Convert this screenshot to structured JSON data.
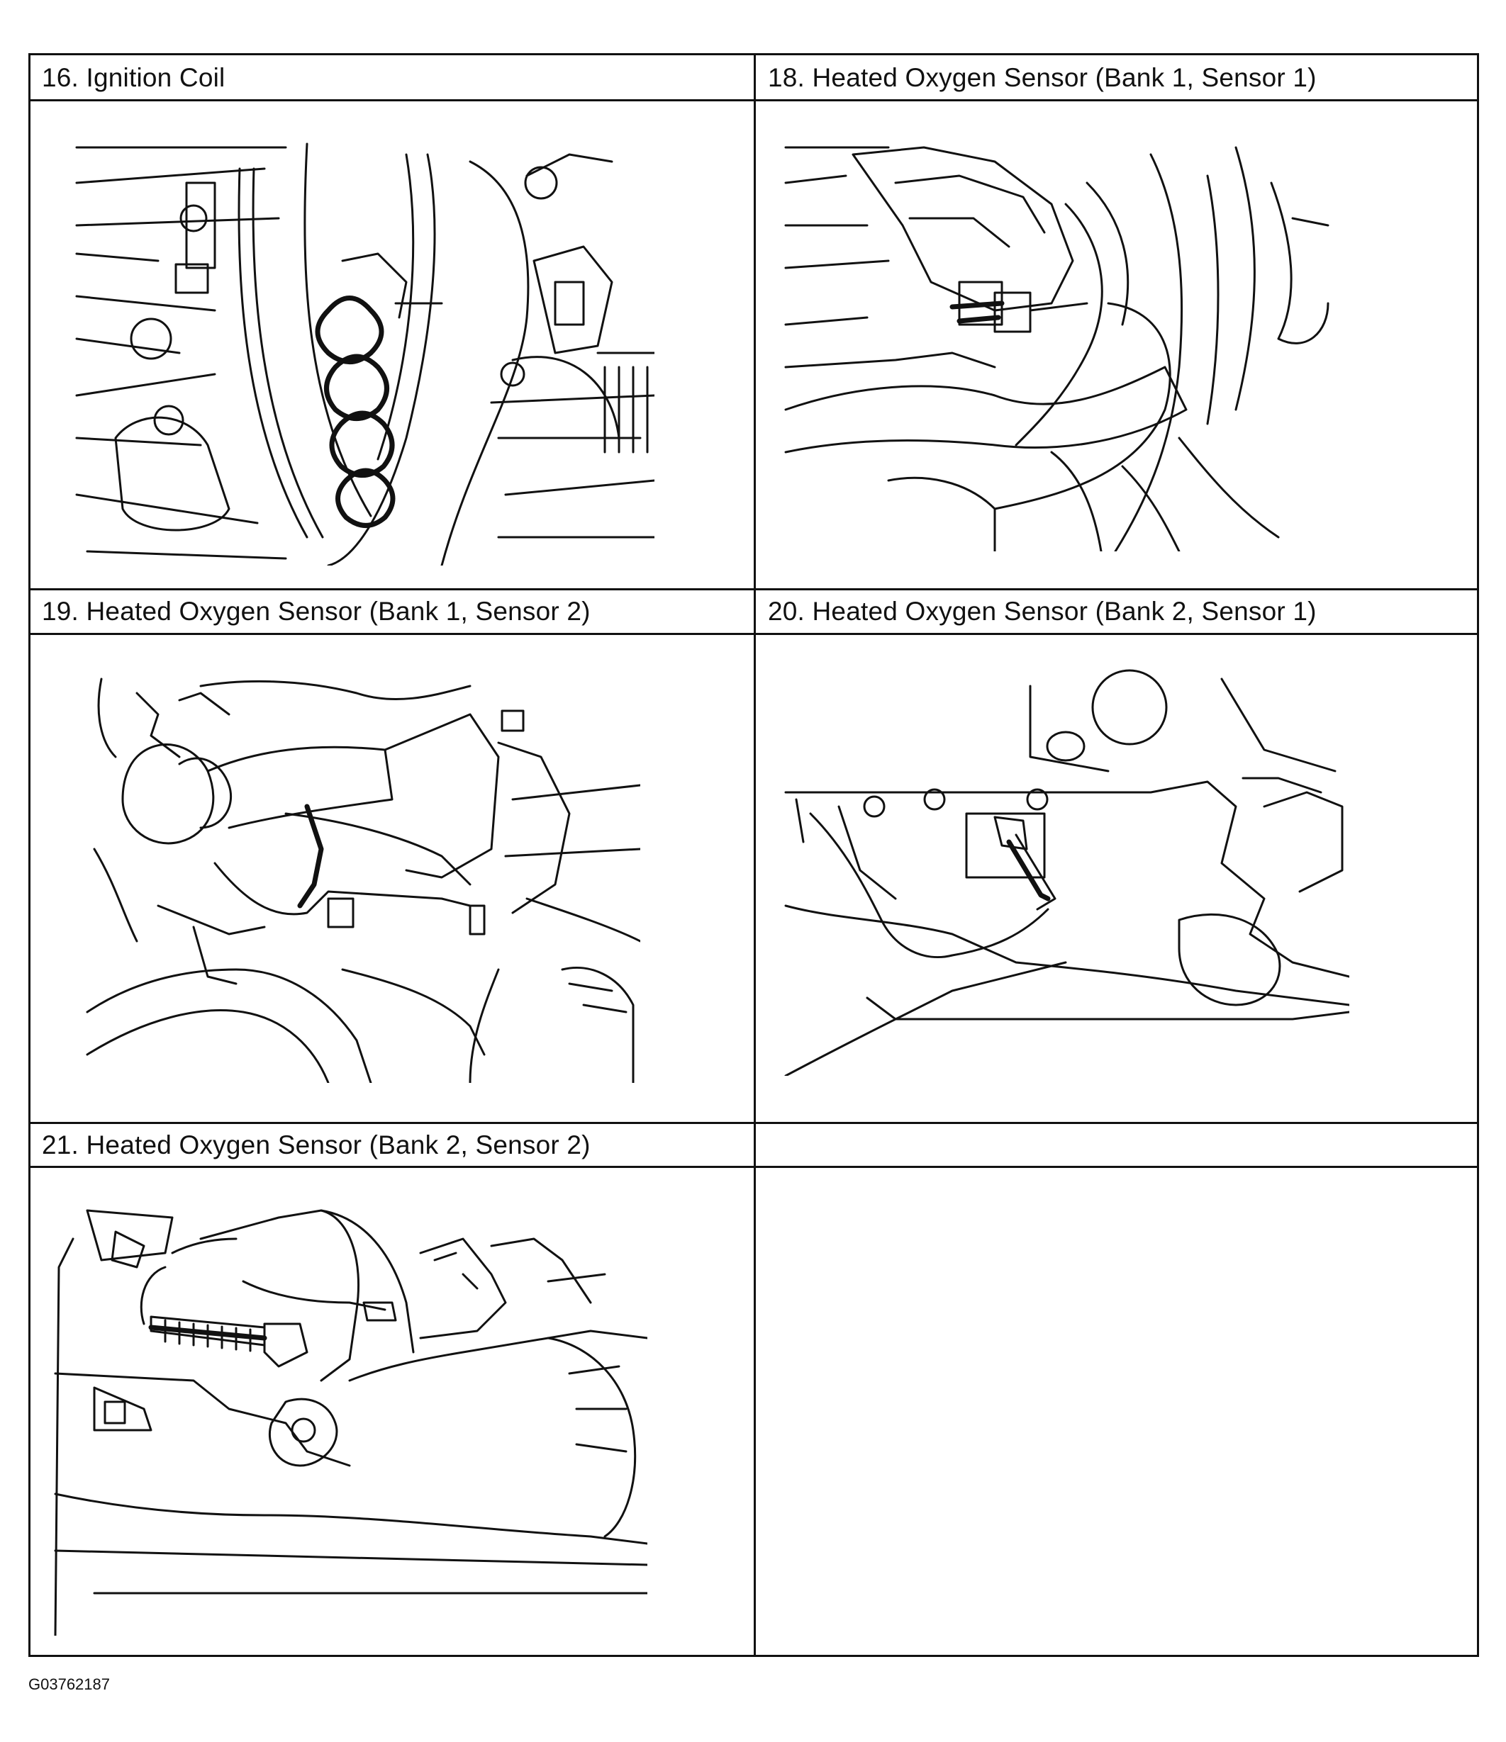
{
  "figure_id": "G03762187",
  "cells": [
    {
      "title": "16. Ignition Coil",
      "illustration": "ignition-coil-location"
    },
    {
      "title": "18. Heated Oxygen Sensor (Bank 1, Sensor 1)",
      "illustration": "heated-oxygen-sensor-bank1-sensor1"
    },
    {
      "title": "19. Heated Oxygen Sensor (Bank 1, Sensor 2)",
      "illustration": "heated-oxygen-sensor-bank1-sensor2"
    },
    {
      "title": "20. Heated Oxygen Sensor (Bank 2, Sensor 1)",
      "illustration": "heated-oxygen-sensor-bank2-sensor1"
    },
    {
      "title": "21. Heated Oxygen Sensor (Bank 2, Sensor 2)",
      "illustration": "heated-oxygen-sensor-bank2-sensor2"
    },
    {
      "title": "",
      "illustration": ""
    }
  ]
}
